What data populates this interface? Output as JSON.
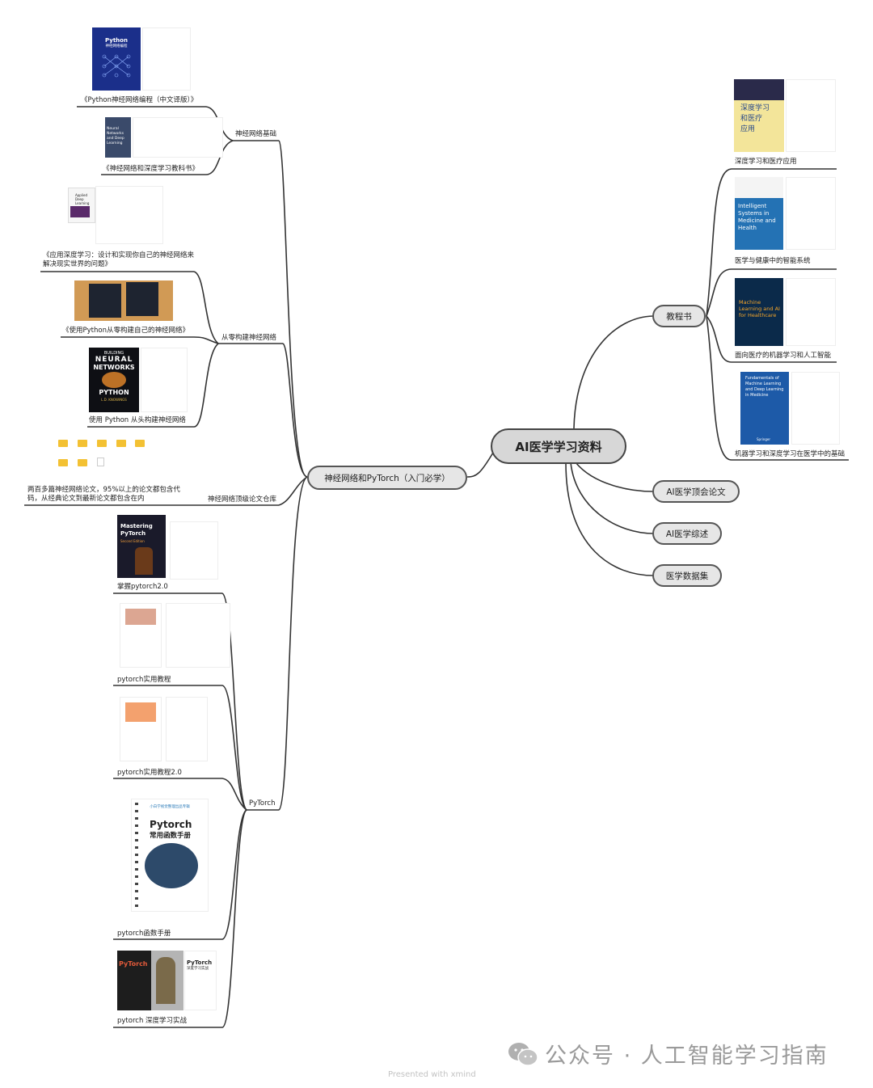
{
  "root": {
    "label": "AI医学学习资料"
  },
  "left_branch": {
    "label": "神经网络和PyTorch（入门必学）"
  },
  "groups": {
    "basics": "神经网络基础",
    "scratch": "从零构建神经网络",
    "papers": "神经网络顶级论文仓库",
    "pytorch": "PyTorch"
  },
  "items": {
    "python_nn": "《Python神经网络编程（中文译版）》",
    "nn_dl_textbook": "《神经网络和深度学习教科书》",
    "applied_dl": "《应用深度学习：设计和实现你自己的神经网络来解决现实世界的问题》",
    "python_build": "《使用Python从零构建自己的神经网络》",
    "python_scratch": "使用 Python 从头构建神经网络",
    "papers_note": "两百多篇神经网络论文，95%以上的论文都包含代码，从经典论文到最新论文都包含在内",
    "pytorch2": "掌握pytorch2.0",
    "pt_tutorial": "pytorch实用教程",
    "pt_tutorial2": "pytorch实用教程2.0",
    "pt_func": "pytorch函数手册",
    "pt_dl": "pytorch 深度学习实战"
  },
  "right_nodes": {
    "textbooks": "教程书",
    "conf_papers": "AI医学顶会论文",
    "review": "AI医学综述",
    "datasets": "医学数据集"
  },
  "textbooks": {
    "dl_med": "深度学习和医疗应用",
    "intelligent": "医学与健康中的智能系统",
    "ml_ai": "面向医疗的机器学习和人工智能",
    "fund": "机器学习和深度学习在医学中的基础"
  },
  "covers": {
    "python_nn_title": "Python",
    "python_nn_sub": "神经网络编程",
    "nn_dl_title": "Neural Networks and Deep Learning",
    "applied_title": "Applied Deep Learning",
    "neural_1": "BUILDING",
    "neural_2": "NEURAL",
    "neural_3": "NETWORKS",
    "neural_4": "PYTHON",
    "neural_author": "L.D. KNOWINGS",
    "mastering": "Mastering PyTorch",
    "mastering_ed": "Second Edition",
    "func_top": "小白学视觉整理出品专辑",
    "func_title1": "Pytorch",
    "func_title2": "常用函数手册",
    "dlpt_title": "PyTorch",
    "dlpt_sub": "深度学习实战",
    "dlmed_1": "深度学习",
    "dlmed_2": "和医疗",
    "dlmed_3": "应用",
    "intel_title": "Intelligent Systems in Medicine and Health",
    "mlai_title": "Machine Learning and AI for Healthcare",
    "fund_title": "Fundamentals of Machine Learning and Deep Learning in Medicine",
    "springer": "Springer"
  },
  "watermark": "公众号 · 人工智能学习指南",
  "footer": "Presented with xmind",
  "colors": {
    "line": "#333333",
    "node_fill": "#e6e6e6",
    "root_fill": "#d7d7d7"
  }
}
